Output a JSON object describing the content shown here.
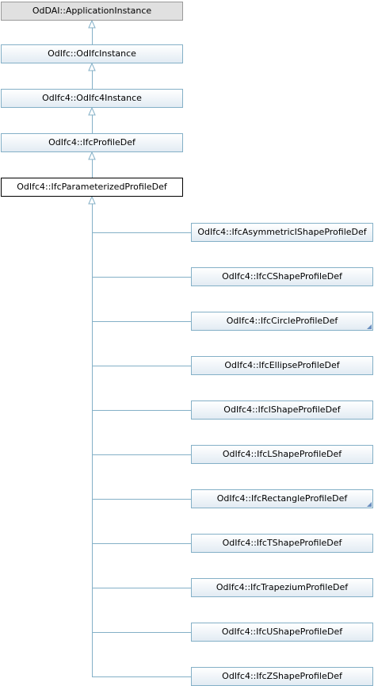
{
  "colors": {
    "edge": "#84b0c7",
    "node_border": "#84b0c7",
    "current_border": "#000000",
    "top_fill": "#e0e0e0",
    "fold_marker": "#6a8fc0"
  },
  "ancestors": [
    {
      "label": "OdDAI::ApplicationInstance",
      "style": "top"
    },
    {
      "label": "OdIfc::OdIfcInstance",
      "style": "link"
    },
    {
      "label": "OdIfc4::OdIfc4Instance",
      "style": "link"
    },
    {
      "label": "OdIfc4::IfcProfileDef",
      "style": "link"
    }
  ],
  "current": {
    "label": "OdIfc4::IfcParameterizedProfileDef"
  },
  "children": [
    {
      "label": "OdIfc4::IfcAsymmetricIShapeProfileDef",
      "has_more": false
    },
    {
      "label": "OdIfc4::IfcCShapeProfileDef",
      "has_more": false
    },
    {
      "label": "OdIfc4::IfcCircleProfileDef",
      "has_more": true
    },
    {
      "label": "OdIfc4::IfcEllipseProfileDef",
      "has_more": false
    },
    {
      "label": "OdIfc4::IfcIShapeProfileDef",
      "has_more": false
    },
    {
      "label": "OdIfc4::IfcLShapeProfileDef",
      "has_more": false
    },
    {
      "label": "OdIfc4::IfcRectangleProfileDef",
      "has_more": true
    },
    {
      "label": "OdIfc4::IfcTShapeProfileDef",
      "has_more": false
    },
    {
      "label": "OdIfc4::IfcTrapeziumProfileDef",
      "has_more": false
    },
    {
      "label": "OdIfc4::IfcUShapeProfileDef",
      "has_more": false
    },
    {
      "label": "OdIfc4::IfcZShapeProfileDef",
      "has_more": false
    }
  ]
}
